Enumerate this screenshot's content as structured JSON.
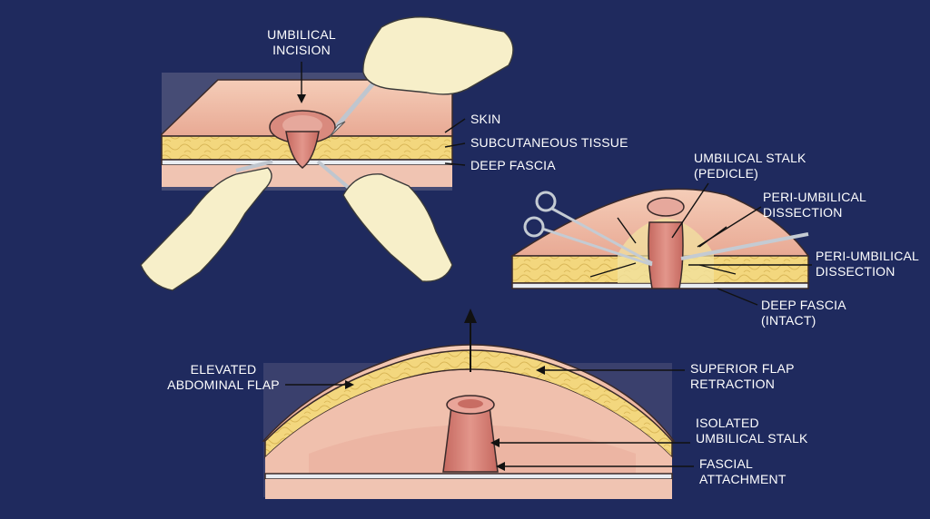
{
  "colors": {
    "background": "#1f2a5e",
    "skin": "#f2c3ad",
    "fat": "#f3d77e",
    "fascia": "#e9edf2",
    "stalk": "#d98078",
    "glove": "#f7efc9"
  },
  "panel_top_left": {
    "label_umbilical_incision_1": "UMBILICAL",
    "label_umbilical_incision_2": "INCISION",
    "label_skin": "SKIN",
    "label_subcutaneous": "SUBCUTANEOUS TISSUE",
    "label_deep_fascia": "DEEP FASCIA"
  },
  "panel_right": {
    "label_stalk_1": "UMBILICAL STALK",
    "label_stalk_2": "(PEDICLE)",
    "label_peri_a_1": "PERI-UMBILICAL",
    "label_peri_a_2": "DISSECTION",
    "label_peri_b_1": "PERI-UMBILICAL",
    "label_peri_b_2": "DISSECTION",
    "label_fascia_1": "DEEP FASCIA",
    "label_fascia_2": "(INTACT)"
  },
  "panel_bottom": {
    "label_flap_1": "ELEVATED",
    "label_flap_2": "ABDOMINAL FLAP",
    "label_retraction_1": "SUPERIOR FLAP",
    "label_retraction_2": "RETRACTION",
    "label_isolated_1": "ISOLATED",
    "label_isolated_2": "UMBILICAL STALK",
    "label_attachment_1": "FASCIAL",
    "label_attachment_2": "ATTACHMENT"
  }
}
